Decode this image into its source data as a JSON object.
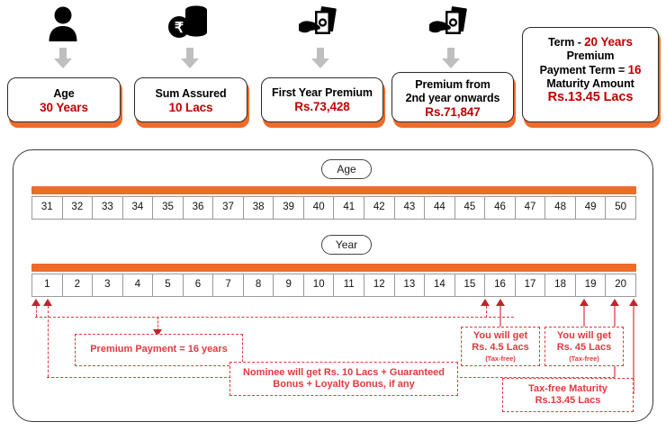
{
  "summary_cards": [
    {
      "icon": "person-icon",
      "lines": [
        {
          "text": "Age",
          "style": "black"
        },
        {
          "text": "30 Years",
          "style": "red"
        }
      ]
    },
    {
      "icon": "rupee-coins-icon",
      "lines": [
        {
          "text": "Sum Assured",
          "style": "black"
        },
        {
          "text": "10 Lacs",
          "style": "red"
        }
      ]
    },
    {
      "icon": "hand-cash-icon",
      "lines": [
        {
          "text": "First Year Premium",
          "style": "black"
        },
        {
          "text": "Rs.73,428",
          "style": "red"
        }
      ]
    },
    {
      "icon": "hand-cash-icon",
      "lines": [
        {
          "text": "Premium from",
          "style": "black"
        },
        {
          "text": "2nd year onwards",
          "style": "black"
        },
        {
          "text": "Rs.71,847",
          "style": "red"
        }
      ]
    }
  ],
  "term_card": {
    "line1_label": "Term  - ",
    "line1_value": "20 Years",
    "line2": "Premium",
    "line3_label": "Payment Term = ",
    "line3_value": "16",
    "line4": "Maturity Amount",
    "line5": "Rs.13.45 Lacs"
  },
  "timeline": {
    "age_label": "Age",
    "year_label": "Year",
    "ages": [
      "31",
      "32",
      "33",
      "34",
      "35",
      "36",
      "37",
      "38",
      "39",
      "40",
      "41",
      "42",
      "43",
      "44",
      "45",
      "46",
      "47",
      "48",
      "49",
      "50"
    ],
    "years": [
      "1",
      "2",
      "3",
      "4",
      "5",
      "6",
      "7",
      "8",
      "9",
      "10",
      "11",
      "12",
      "13",
      "14",
      "15",
      "16",
      "17",
      "18",
      "19",
      "20"
    ]
  },
  "callouts": {
    "premium_payment": {
      "line1": "Premium Payment = 16 years"
    },
    "nominee": {
      "line1": "Nominee will get Rs. 10 Lacs + Guaranteed",
      "line2": "Bonus + Loyalty Bonus, if any"
    },
    "payout_16": {
      "line1": "You will get",
      "line2": "Rs. 4.5 Lacs",
      "note": "(Tax-free)"
    },
    "payout_18": {
      "line1": "You will get",
      "line2": "Rs. 45 Lacs",
      "note": "(Tax-free)"
    },
    "maturity": {
      "line1": "Tax-free Maturity",
      "line2": "Rs.13.45 Lacs"
    }
  },
  "colors": {
    "accent_orange": "#ef6b2a",
    "red_value": "#c00000",
    "callout_red": "#e0393e",
    "arrow_gray": "#bfbfbf",
    "ink": "#000000"
  }
}
